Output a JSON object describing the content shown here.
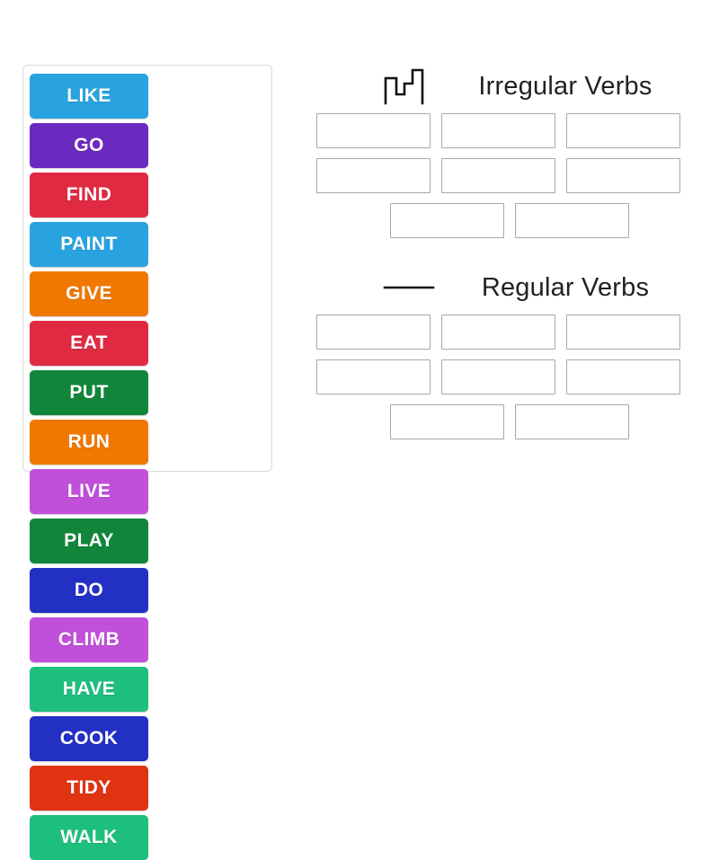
{
  "activity": {
    "type": "group-sort",
    "tray": {
      "name": "word-tile-tray",
      "tiles": [
        {
          "label": "LIKE",
          "color": "#29A3E0"
        },
        {
          "label": "GO",
          "color": "#6A2ABF"
        },
        {
          "label": "FIND",
          "color": "#E02A42"
        },
        {
          "label": "PAINT",
          "color": "#29A3E0"
        },
        {
          "label": "GIVE",
          "color": "#F07800"
        },
        {
          "label": "EAT",
          "color": "#E02A42"
        },
        {
          "label": "PUT",
          "color": "#11863A"
        },
        {
          "label": "RUN",
          "color": "#F07800"
        },
        {
          "label": "LIVE",
          "color": "#C04FD9"
        },
        {
          "label": "PLAY",
          "color": "#11863A"
        },
        {
          "label": "DO",
          "color": "#2330C4"
        },
        {
          "label": "CLIMB",
          "color": "#C04FD9"
        },
        {
          "label": "HAVE",
          "color": "#1EBE7D"
        },
        {
          "label": "COOK",
          "color": "#2330C4"
        },
        {
          "label": "TIDY",
          "color": "#E03311"
        },
        {
          "label": "WALK",
          "color": "#1EBE7D"
        }
      ]
    },
    "categories": [
      {
        "title": "Irregular Verbs",
        "icon": "irregular-step-line-icon",
        "dropzone_count": 8,
        "rows": [
          3,
          3,
          2
        ]
      },
      {
        "title": "Regular Verbs",
        "icon": "straight-line-icon",
        "dropzone_count": 8,
        "rows": [
          3,
          3,
          2
        ]
      }
    ]
  },
  "colors": {
    "tray_border": "#d9d9d9",
    "dropzone_border": "#a8a8a8",
    "title_text": "#222222",
    "tile_text": "#ffffff",
    "background": "#ffffff"
  }
}
